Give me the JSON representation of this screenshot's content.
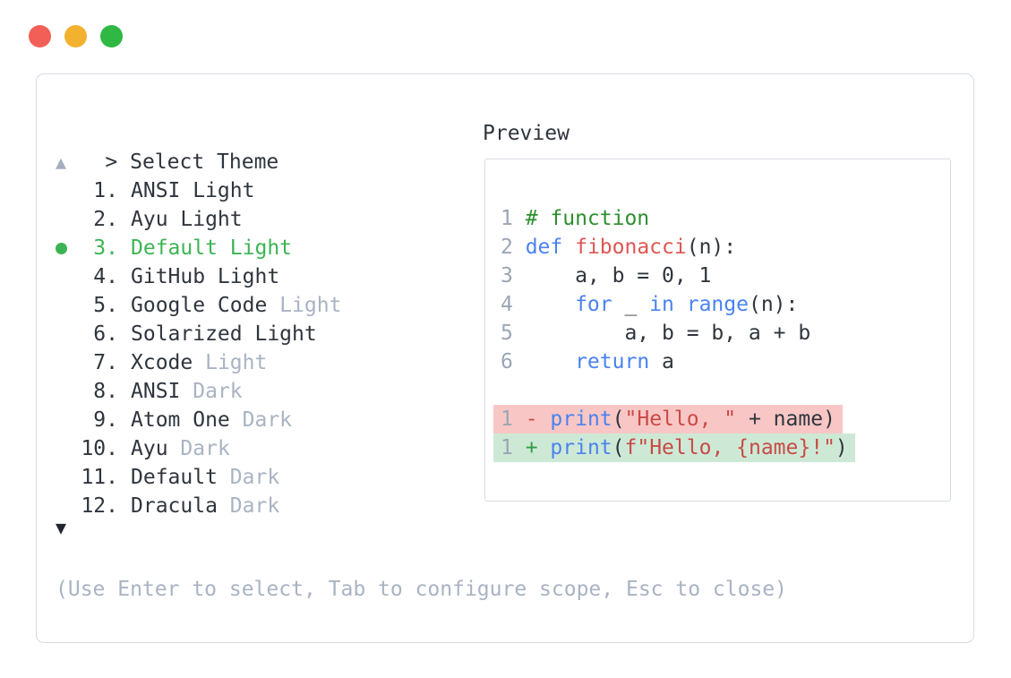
{
  "window": {
    "controls": [
      {
        "name": "close",
        "color": "#f15f56"
      },
      {
        "name": "minimize",
        "color": "#f2b12e"
      },
      {
        "name": "maximize",
        "color": "#2fb844"
      }
    ]
  },
  "picker": {
    "prompt_symbol": ">",
    "title": "Select Theme",
    "up_arrow": "▲",
    "down_arrow": "▼",
    "items": [
      {
        "number": "1.",
        "name": "ANSI Light",
        "dim_suffix": "",
        "selected": false
      },
      {
        "number": "2.",
        "name": "Ayu Light",
        "dim_suffix": "",
        "selected": false
      },
      {
        "number": "3.",
        "name": "Default Light",
        "dim_suffix": "",
        "selected": true
      },
      {
        "number": "4.",
        "name": "GitHub Light",
        "dim_suffix": "",
        "selected": false
      },
      {
        "number": "5.",
        "name": "Google Code",
        "dim_suffix": "Light",
        "selected": false
      },
      {
        "number": "6.",
        "name": "Solarized Light",
        "dim_suffix": "",
        "selected": false
      },
      {
        "number": "7.",
        "name": "Xcode",
        "dim_suffix": "Light",
        "selected": false
      },
      {
        "number": "8.",
        "name": "ANSI",
        "dim_suffix": "Dark",
        "selected": false
      },
      {
        "number": "9.",
        "name": "Atom One",
        "dim_suffix": "Dark",
        "selected": false
      },
      {
        "number": "10.",
        "name": "Ayu",
        "dim_suffix": "Dark",
        "selected": false
      },
      {
        "number": "11.",
        "name": "Default",
        "dim_suffix": "Dark",
        "selected": false
      },
      {
        "number": "12.",
        "name": "Dracula",
        "dim_suffix": "Dark",
        "selected": false
      }
    ],
    "hint": "(Use Enter to select, Tab to configure scope, Esc to close)"
  },
  "preview": {
    "label": "Preview",
    "code_lines": [
      {
        "ln": "1",
        "bg": "",
        "tokens": [
          [
            "comment",
            "# function"
          ]
        ]
      },
      {
        "ln": "2",
        "bg": "",
        "tokens": [
          [
            "kw",
            "def"
          ],
          [
            "plain",
            " "
          ],
          [
            "fn",
            "fibonacci"
          ],
          [
            "plain",
            "(n):"
          ]
        ]
      },
      {
        "ln": "3",
        "bg": "",
        "tokens": [
          [
            "plain",
            "    a, b = 0, 1"
          ]
        ]
      },
      {
        "ln": "4",
        "bg": "",
        "tokens": [
          [
            "plain",
            "    "
          ],
          [
            "kw",
            "for"
          ],
          [
            "plain",
            " _ "
          ],
          [
            "kw",
            "in"
          ],
          [
            "plain",
            " "
          ],
          [
            "kw",
            "range"
          ],
          [
            "plain",
            "(n):"
          ]
        ]
      },
      {
        "ln": "5",
        "bg": "",
        "tokens": [
          [
            "plain",
            "        a, b = b, a + b"
          ]
        ]
      },
      {
        "ln": "6",
        "bg": "",
        "tokens": [
          [
            "plain",
            "    "
          ],
          [
            "kw",
            "return"
          ],
          [
            "plain",
            " a"
          ]
        ]
      },
      {
        "ln": "",
        "bg": "",
        "tokens": []
      },
      {
        "ln": "1",
        "bg": "del",
        "tokens": [
          [
            "minus",
            "-"
          ],
          [
            "plain",
            " "
          ],
          [
            "kw",
            "print"
          ],
          [
            "plain",
            "("
          ],
          [
            "str",
            "\"Hello, \""
          ],
          [
            "plain",
            " + name)"
          ]
        ]
      },
      {
        "ln": "1",
        "bg": "ins",
        "tokens": [
          [
            "plus",
            "+"
          ],
          [
            "plain",
            " "
          ],
          [
            "kw",
            "print"
          ],
          [
            "plain",
            "("
          ],
          [
            "str",
            "f\"Hello, {name}!\""
          ],
          [
            "plain",
            ")"
          ]
        ]
      }
    ]
  },
  "colors": {
    "accent_selected": "#3cb453",
    "text_dark": "#2f353d",
    "text_dim": "#a9b3c3",
    "panel_border": "#d6dbe2",
    "scroll_up_arrow": "#a4aebf",
    "scroll_down_arrow": "#22272e",
    "line_number": "#9aa5b6",
    "syntax_comment": "#2e8f2f",
    "syntax_keyword": "#4a82f0",
    "syntax_function": "#de5653",
    "syntax_string": "#c94a46",
    "diff_minus": "#d04a47",
    "diff_plus": "#2f9e44",
    "diff_del_bg": "#f8c7c5",
    "diff_ins_bg": "#cde9d5",
    "traffic_red": "#f15f56",
    "traffic_yellow": "#f2b12e",
    "traffic_green": "#2fb844"
  }
}
